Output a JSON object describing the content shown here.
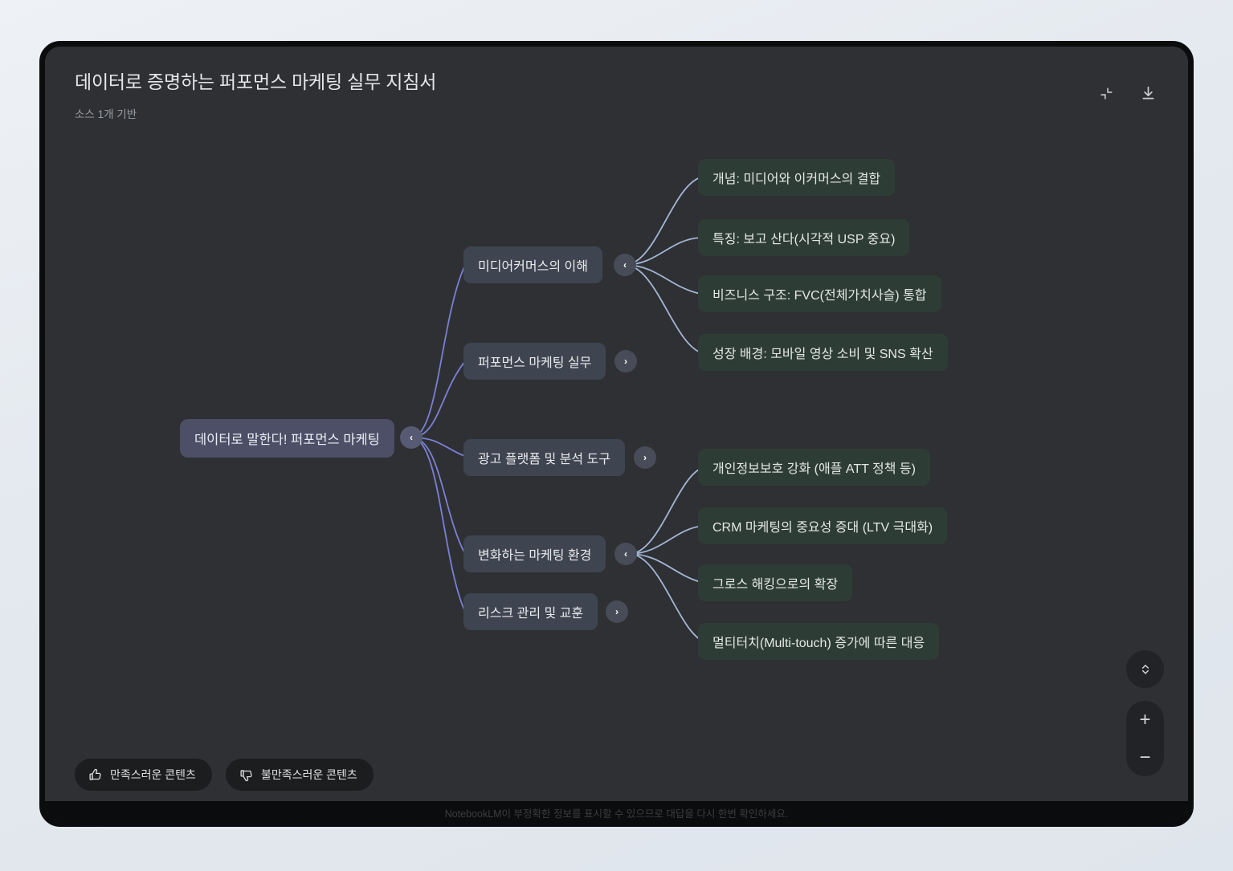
{
  "header": {
    "title": "데이터로 증명하는 퍼포먼스 마케팅 실무 지침서",
    "subtitle": "소스 1개 기반",
    "collapse_label": "축소",
    "download_label": "다운로드"
  },
  "mindmap": {
    "root": {
      "label": "데이터로 말한다! 퍼포먼스 마케팅",
      "toggle": "‹",
      "expanded": true
    },
    "branches": [
      {
        "label": "미디어커머스의 이해",
        "toggle": "‹",
        "expanded": true
      },
      {
        "label": "퍼포먼스 마케팅 실무",
        "toggle": "›",
        "expanded": false
      },
      {
        "label": "광고 플랫폼 및 분석 도구",
        "toggle": "›",
        "expanded": false
      },
      {
        "label": "변화하는 마케팅 환경",
        "toggle": "‹",
        "expanded": true
      },
      {
        "label": "리스크 관리 및 교훈",
        "toggle": "›",
        "expanded": false
      }
    ],
    "leaves_group_a": [
      "개념: 미디어와 이커머스의 결합",
      "특징: 보고 산다(시각적 USP 중요)",
      "비즈니스 구조: FVC(전체가치사슬) 통합",
      "성장 배경: 모바일 영상 소비 및 SNS 확산"
    ],
    "leaves_group_b": [
      "개인정보보호 강화 (애플 ATT 정책 등)",
      "CRM 마케팅의 중요성 증대 (LTV 극대화)",
      "그로스 해킹으로의 확장",
      "멀티터치(Multi-touch) 증가에 따른 대응"
    ]
  },
  "feedback": {
    "positive": "만족스러운 콘텐츠",
    "negative": "불만족스러운 콘텐츠"
  },
  "zoom": {
    "fit_label": "맞춤",
    "in_label": "+",
    "out_label": "−"
  },
  "disclaimer": "NotebookLM이 부정확한 정보를 표시할 수 있으므로 대답을 다시 한번 확인하세요.",
  "colors": {
    "canvas_bg": "#2f3033",
    "root_node": "#4c4f66",
    "branch_node": "#3e4450",
    "leaf_node": "#2e3c36",
    "root_edge": "#7b80d6",
    "branch_edge": "#a3b6d6",
    "page_bg": "#e7ecf1"
  }
}
